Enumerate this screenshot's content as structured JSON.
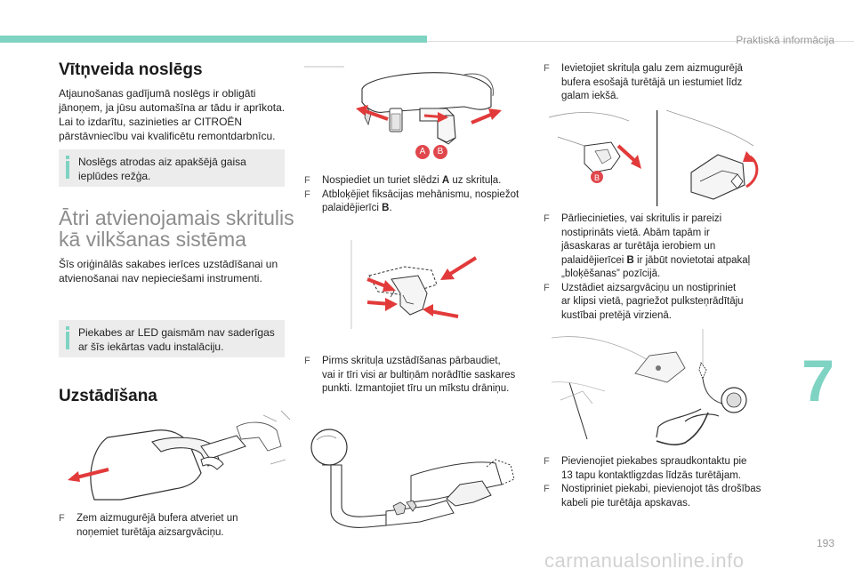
{
  "header": {
    "section": "Praktiskā informācija"
  },
  "chapter_number": "7",
  "page_number": "193",
  "watermark": "carmanualsonline.info",
  "colors": {
    "accent": "#7fd3c3",
    "callout_red": "#e0474c",
    "arrow_red": "#e23a3a",
    "note_bg": "#ececec"
  },
  "left": {
    "title1": "Vītņveida noslēgs",
    "para1_lines": [
      "Atjaunošanas gadījumā noslēgs ir obligāti",
      "jānoņem, ja jūsu automašīna ar tādu ir aprīkota.",
      "Lai to izdarītu, sazinieties ar CITROËN",
      "pārstāvniecību vai kvalificētu remontdarbnīcu."
    ],
    "note1_lines": [
      "Noslēgs atrodas aiz apakšējā gaisa",
      "ieplūdes režģa."
    ],
    "title2_lines": [
      "Ātri atvienojamais skritulis",
      "kā vilkšanas sistēma"
    ],
    "para2_lines": [
      "Šīs oriģinālās sakabes ierīces uzstādīšanai un",
      "atvienošanai nav nepieciešami instrumenti."
    ],
    "note2_lines": [
      "Piekabes ar LED gaismām nav saderīgas",
      "ar šīs iekārtas vadu instalāciju."
    ],
    "title3": "Uzstādīšana"
  },
  "captions": {
    "bottom_left_lines": [
      "Zem aizmugurējā bufera atveriet un",
      "noņemiet turētāja aizsargvāciņu."
    ],
    "mid_top": {
      "item1_pre": "Nospiediet un turiet slēdzi ",
      "item1_bold": "A",
      "item1_post": " uz skrituļa.",
      "item2_line1": "Atbloķējiet fiksācijas mehānismu, nospiežot",
      "item2_line2_pre": "palaidējierīci ",
      "item2_line2_bold": "B",
      "item2_line2_post": "."
    },
    "mid_mid_lines": [
      "Pirms skrituļa uzstādīšanas pārbaudiet,",
      "vai ir tīri visi ar bultiņām norādītie saskares",
      "punkti. Izmantojiet tīru un mīkstu drāniņu."
    ],
    "right_top_lines": [
      "Ievietojiet skrituļa galu zem aizmugurējā",
      "bufera esošajā turētājā un iestumiet līdz",
      "galam iekšā."
    ],
    "right_mid": {
      "item1_l1": "Pārliecinieties, vai skritulis ir pareizi",
      "item1_l2": "nostiprināts vietā. Abām tapām ir",
      "item1_l3": "jāsaskaras ar turētāja ierobiem un",
      "item1_l4_pre": "palaidējierīcei ",
      "item1_l4_bold": "B",
      "item1_l4_post": " ir jābūt novietotai atpakaļ",
      "item1_l5": "„bloķēšanas” pozīcijā.",
      "item2_l1": "Uzstādiet aizsargvāciņu un nostipriniet",
      "item2_l2": "ar klipsi vietā, pagriežot pulksteņrādītāju",
      "item2_l3": "kustībai pretējā virzienā."
    },
    "right_bottom": {
      "item1_l1": "Pievienojiet piekabes spraudkontaktu pie",
      "item1_l2": "13 tapu kontaktligzdas līdzās turētājam.",
      "item2_l1": "Nostipriniet piekabi, pievienojot tās drošības",
      "item2_l2": "kabeli pie turētāja apskavas."
    }
  },
  "callouts": {
    "a": "A",
    "b": "B"
  },
  "bullet_glyph": "F"
}
